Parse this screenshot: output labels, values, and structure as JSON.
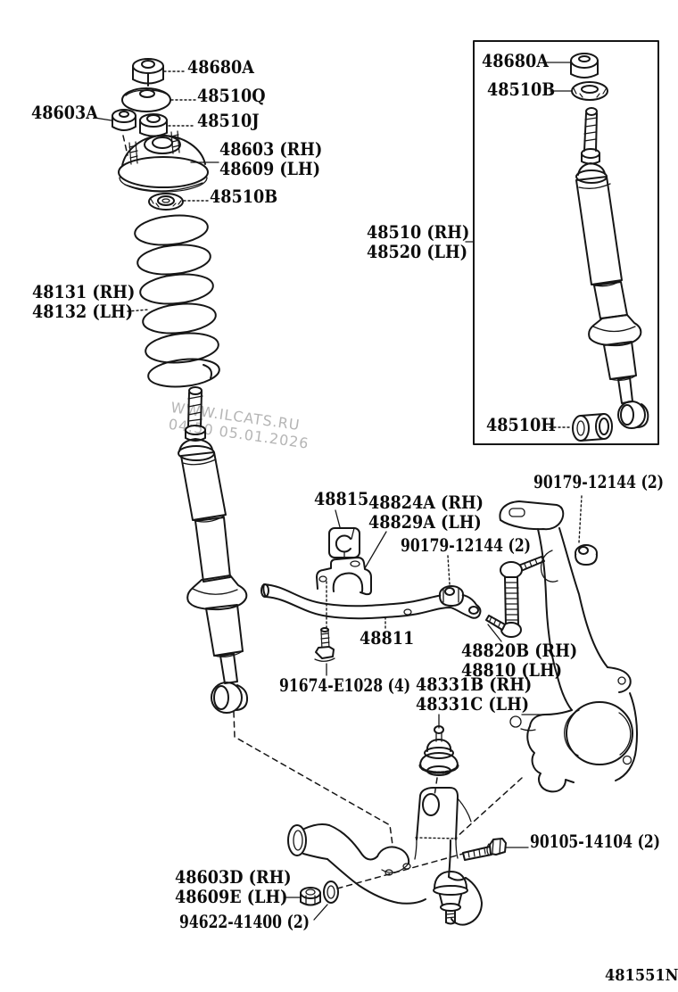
{
  "watermark": {
    "line1": "WWW.ILCATS.RU",
    "line2": "04:50 05.01.2026",
    "color": "#b5b5b5"
  },
  "diagram_code": "481551N",
  "colors": {
    "line": "#161616",
    "background": "#ffffff"
  },
  "labels": [
    {
      "id": "support-nut",
      "text": "48680A"
    },
    {
      "id": "support-washer-top",
      "text": "48510Q"
    },
    {
      "id": "mount-nut",
      "text": "48603A"
    },
    {
      "id": "support-bush",
      "text": "48510J"
    },
    {
      "id": "support-rh",
      "text": "48603 (RH)"
    },
    {
      "id": "support-lh",
      "text": "48609 (LH)"
    },
    {
      "id": "absorber-washer",
      "text": "48510B"
    },
    {
      "id": "coil-spring-rh",
      "text": "48131 (RH)"
    },
    {
      "id": "coil-spring-lh",
      "text": "48132 (LH)"
    },
    {
      "id": "box-support-nut",
      "text": "48680A"
    },
    {
      "id": "box-absorber-washer",
      "text": "48510B"
    },
    {
      "id": "shock-absorber-rh",
      "text": "48510 (RH)"
    },
    {
      "id": "shock-absorber-lh",
      "text": "48520 (LH)"
    },
    {
      "id": "absorber-bush",
      "text": "48510H"
    },
    {
      "id": "stabilizer-bush",
      "text": "48815"
    },
    {
      "id": "stabilizer-bracket-rh",
      "text": "48824A (RH)"
    },
    {
      "id": "stabilizer-bracket-lh",
      "text": "48829A (LH)"
    },
    {
      "id": "link-nut-upper",
      "text": "90179-12144 (2)"
    },
    {
      "id": "link-nut-lower",
      "text": "90179-12144 (2)"
    },
    {
      "id": "stabilizer-bar",
      "text": "48811"
    },
    {
      "id": "stabilizer-link-rh",
      "text": "48820B (RH)"
    },
    {
      "id": "stabilizer-link-lh",
      "text": "48810 (LH)"
    },
    {
      "id": "bracket-bolt",
      "text": "91674-E1028 (4)"
    },
    {
      "id": "bumper-rh",
      "text": "48331B (RH)"
    },
    {
      "id": "bumper-lh",
      "text": "48331C (LH)"
    },
    {
      "id": "arm-bolt",
      "text": "90105-14104 (2)"
    },
    {
      "id": "arm-nut-rh",
      "text": "48603D (RH)"
    },
    {
      "id": "arm-nut-lh",
      "text": "48609E (LH)"
    },
    {
      "id": "arm-washer",
      "text": "94622-41400 (2)"
    }
  ]
}
